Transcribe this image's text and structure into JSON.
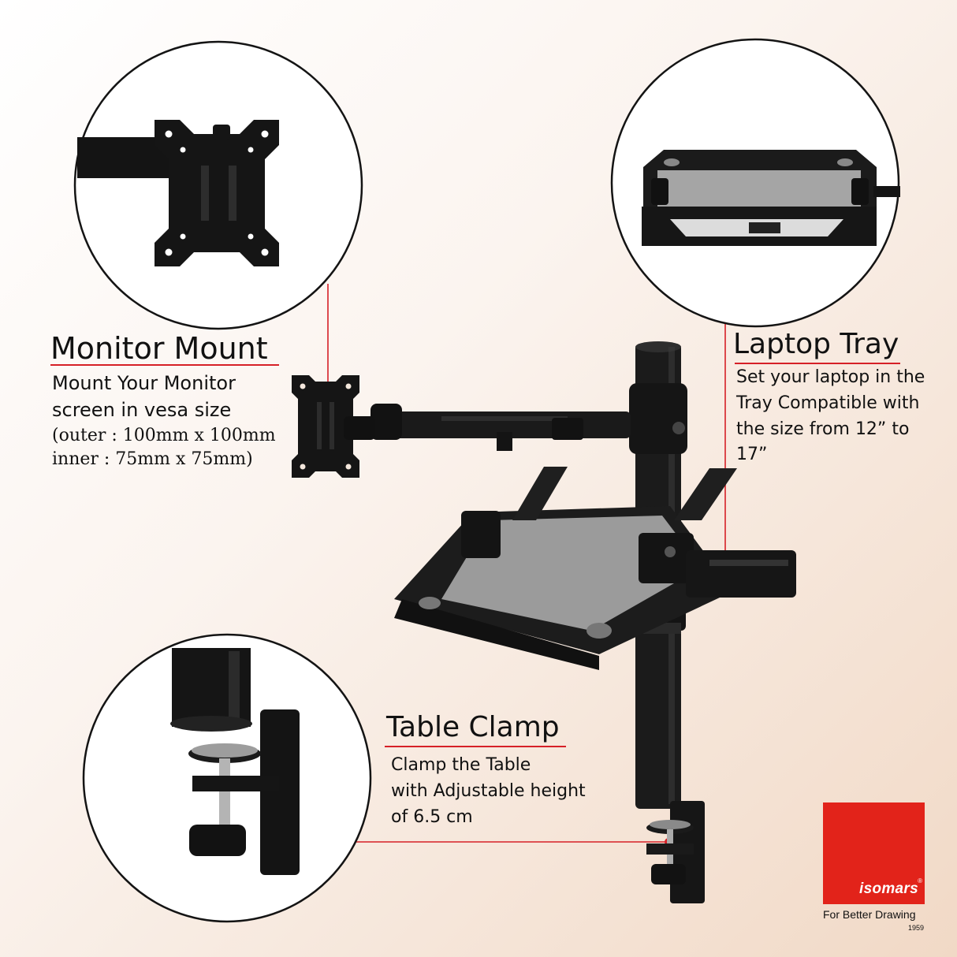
{
  "monitor_mount": {
    "title": "Monitor Mount",
    "lines": [
      "Mount Your Monitor",
      "screen in vesa size",
      "(outer : 100mm x 100mm",
      "inner : 75mm x 75mm)"
    ]
  },
  "laptop_tray": {
    "title": "Laptop Tray",
    "lines": [
      "Set your laptop in the",
      "Tray Compatible with",
      "the size from 12” to",
      "17”"
    ]
  },
  "table_clamp": {
    "title": "Table Clamp",
    "lines": [
      "Clamp the Table",
      "with Adjustable height",
      "of 6.5 cm"
    ]
  },
  "logo": {
    "brand": "isomars",
    "registered": "®",
    "tagline": "For Better Drawing",
    "year": "1959"
  },
  "colors": {
    "accent": "#d62027",
    "logo_red": "#e2231a",
    "metal": "#1a1a1a",
    "tray_pad": "#9a9a9a"
  }
}
